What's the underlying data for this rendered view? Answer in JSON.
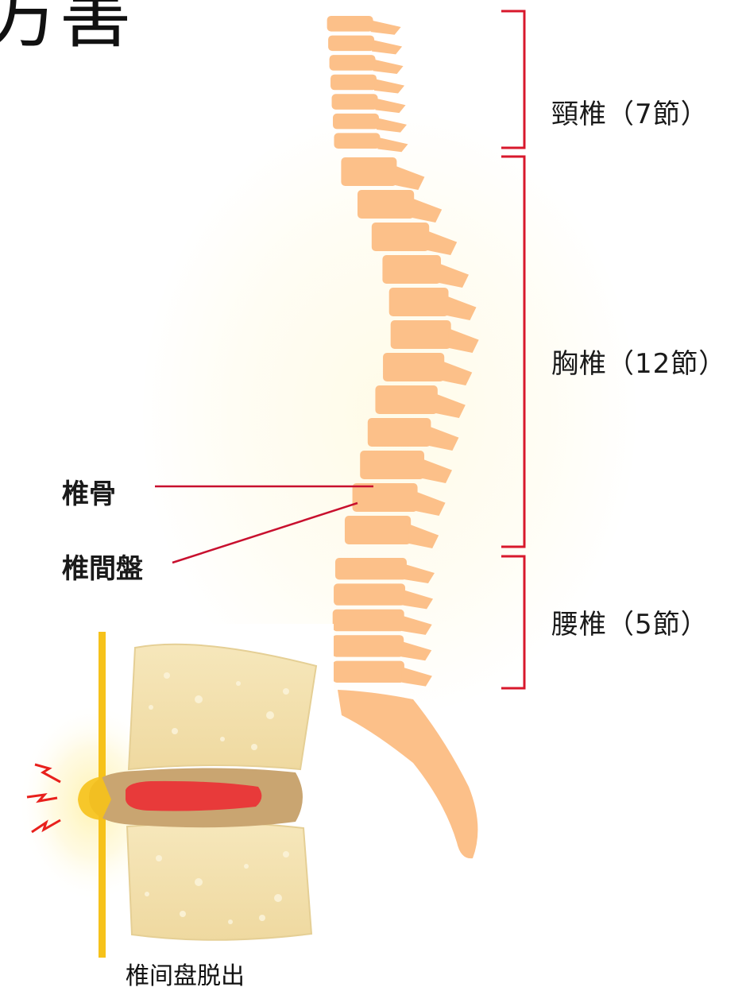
{
  "title_fragment": "方害",
  "regions": [
    {
      "label": "頸椎（7節）",
      "count": 7
    },
    {
      "label": "胸椎（12節）",
      "count": 12
    },
    {
      "label": "腰椎（5節）",
      "count": 5
    }
  ],
  "parts": {
    "vertebra": "椎骨",
    "disc": "椎間盤"
  },
  "inset_caption": "椎间盘脱出",
  "colors": {
    "bone": "#fcc089",
    "bracket": "#d8182c",
    "leader": "#c8102e",
    "inset_bone": "#f4e3b0",
    "disc_ring": "#c9a571",
    "herniation": "#e83a3a",
    "nerve": "#f6c21a",
    "pain": "#e8201c"
  }
}
